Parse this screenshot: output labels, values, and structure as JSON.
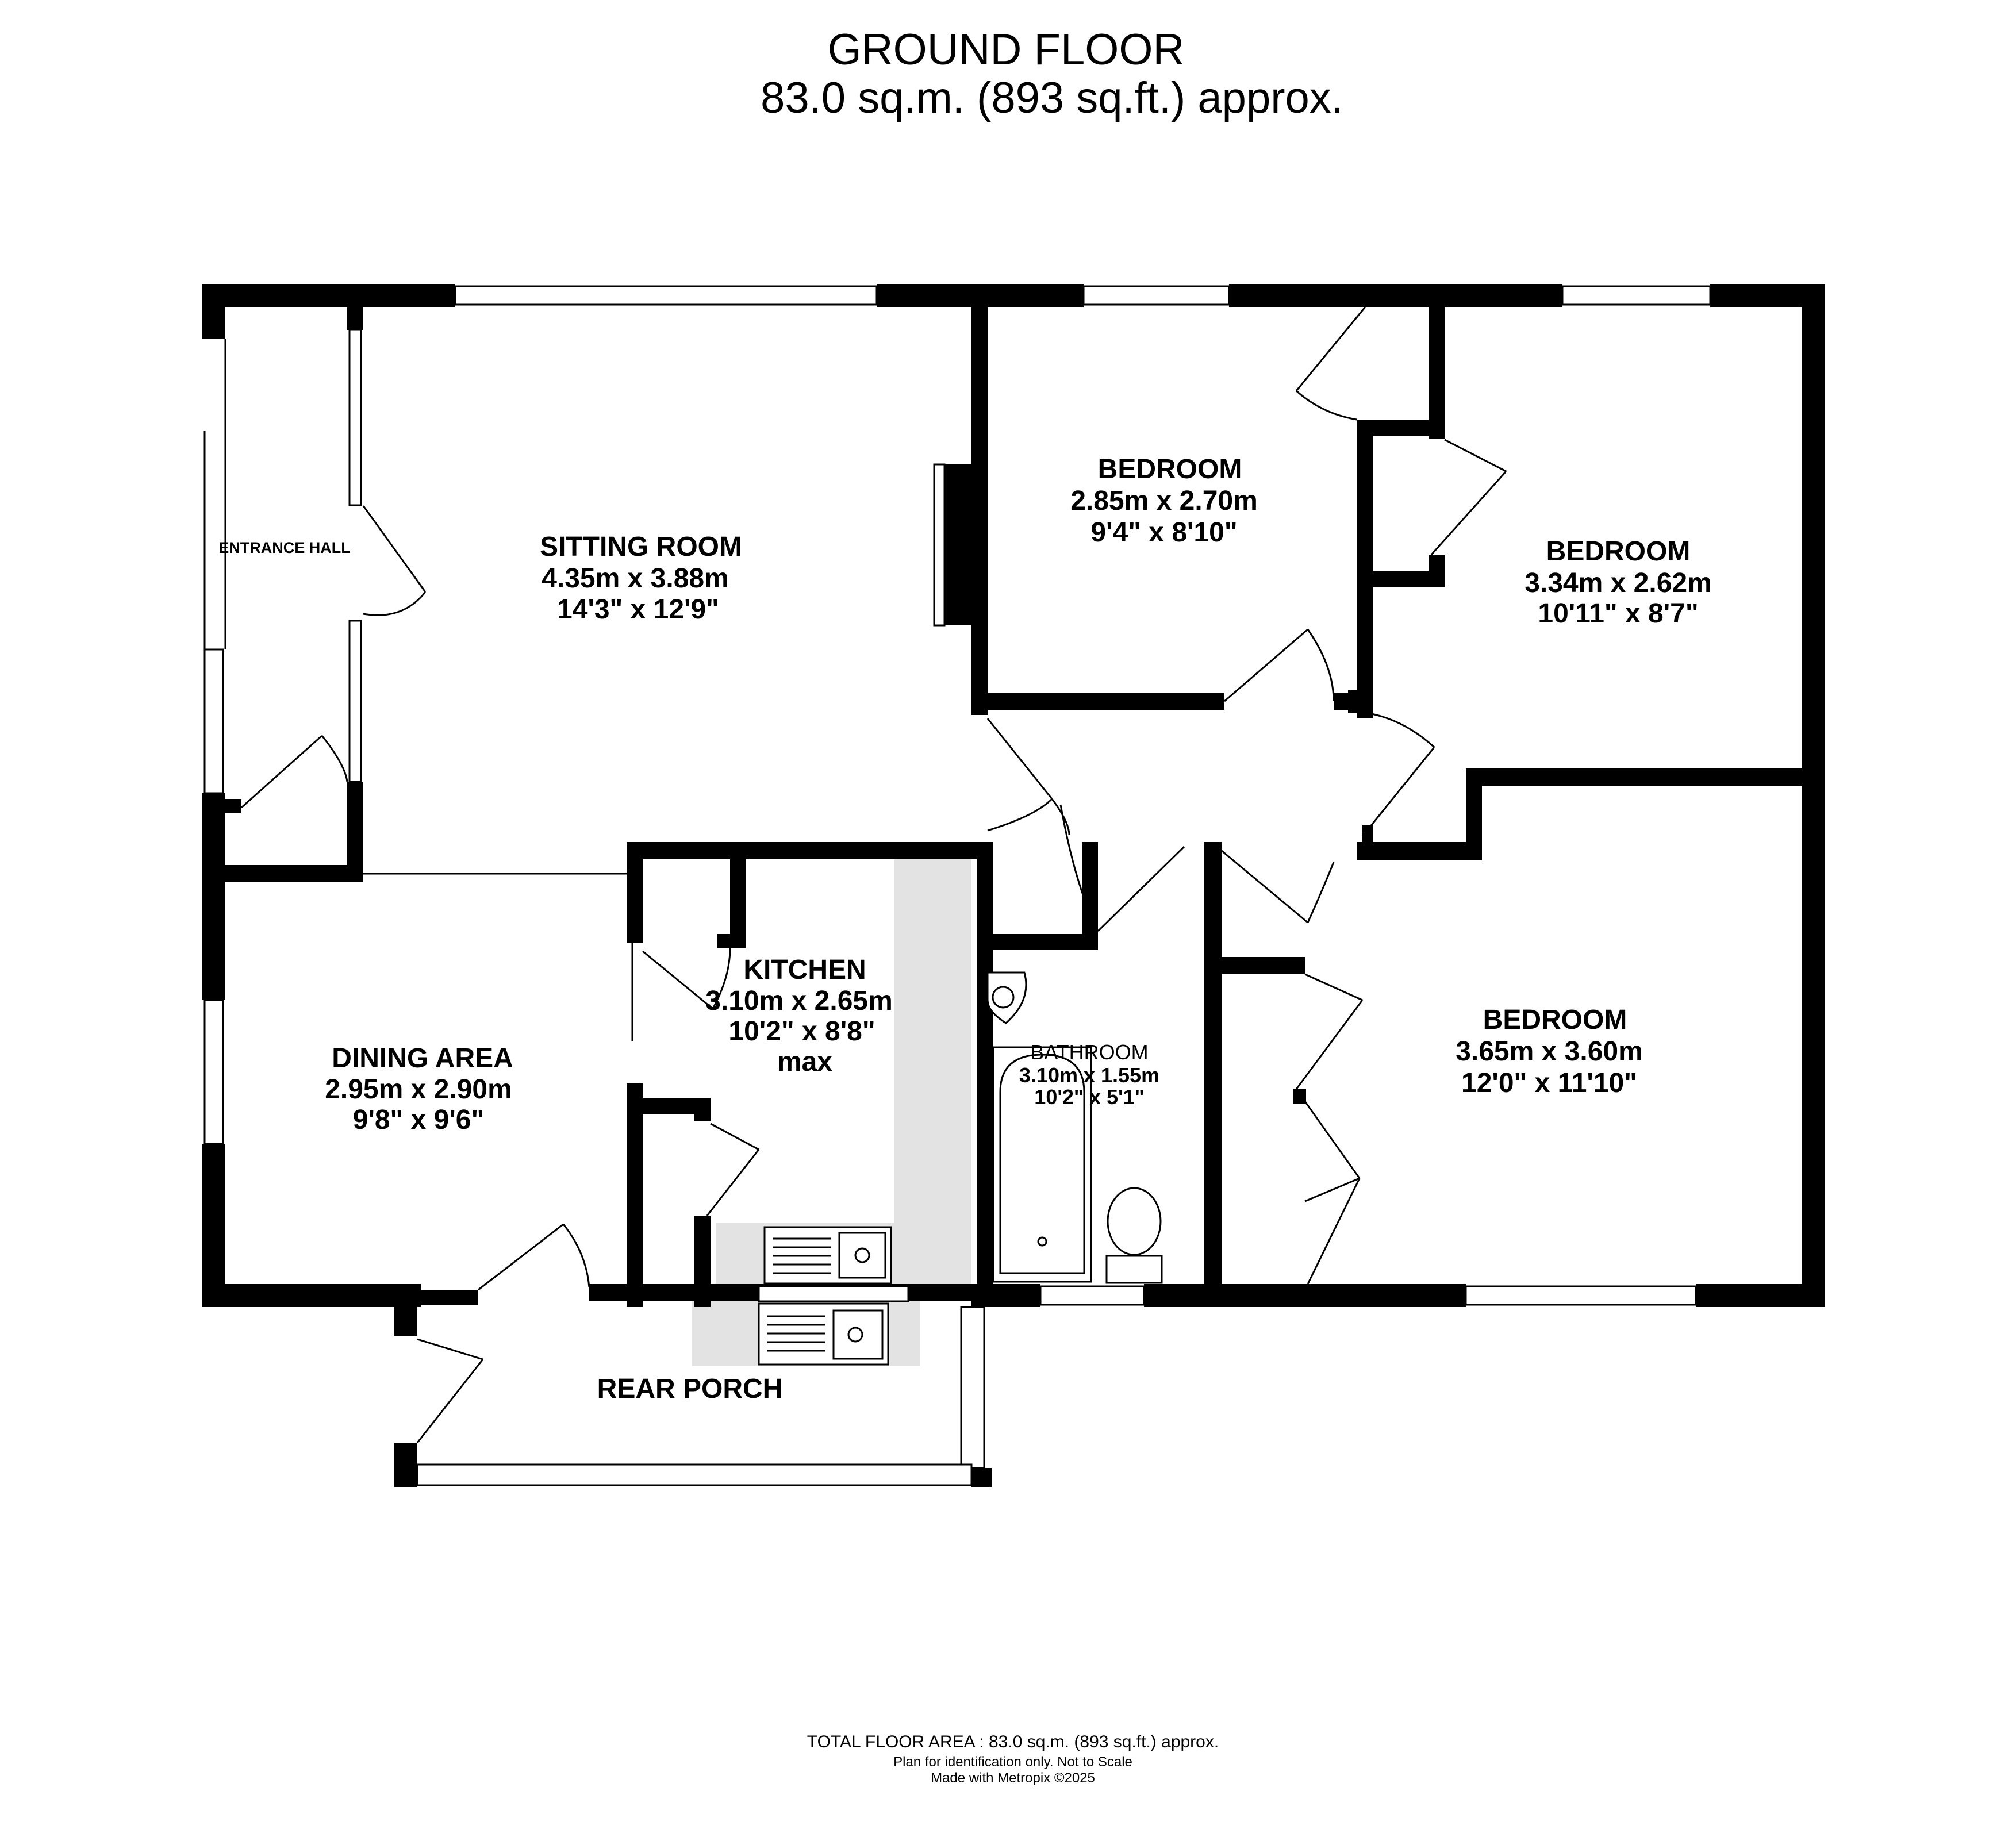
{
  "header": {
    "floor_title": "GROUND FLOOR",
    "floor_area": "83.0 sq.m. (893 sq.ft.) approx."
  },
  "rooms": {
    "entrance_hall": {
      "name": "ENTRANCE HALL"
    },
    "sitting_room": {
      "name": "SITTING ROOM",
      "metric": "4.35m  x 3.88m",
      "imperial": "14'3\"  x 12'9\""
    },
    "bedroom_1": {
      "name": "BEDROOM",
      "metric": "2.85m  x 2.70m",
      "imperial": "9'4\"  x 8'10\""
    },
    "bedroom_2": {
      "name": "BEDROOM",
      "metric": "3.34m  x 2.62m",
      "imperial": "10'11\"  x 8'7\""
    },
    "bedroom_3": {
      "name": "BEDROOM",
      "metric": "3.65m  x 3.60m",
      "imperial": "12'0\"  x 11'10\""
    },
    "kitchen": {
      "name": "KITCHEN",
      "metric": "3.10m  x 2.65m",
      "imperial": "10'2\"  x 8'8\"",
      "note": "max"
    },
    "dining_area": {
      "name": "DINING AREA",
      "metric": "2.95m  x 2.90m",
      "imperial": "9'8\"  x 9'6\""
    },
    "bathroom": {
      "name": "BATHROOM",
      "metric": "3.10m  x 1.55m",
      "imperial": "10'2\"  x 5'1\""
    },
    "rear_porch": {
      "name": "REAR PORCH"
    }
  },
  "footer": {
    "total": "TOTAL FLOOR AREA : 83.0 sq.m. (893 sq.ft.) approx.",
    "disclaimer": "Plan for identification only. Not to Scale",
    "credit": "Made with Metropix ©2025"
  },
  "colors": {
    "wall": "#000000",
    "worktop": "#e3e3e3",
    "background": "#ffffff"
  }
}
